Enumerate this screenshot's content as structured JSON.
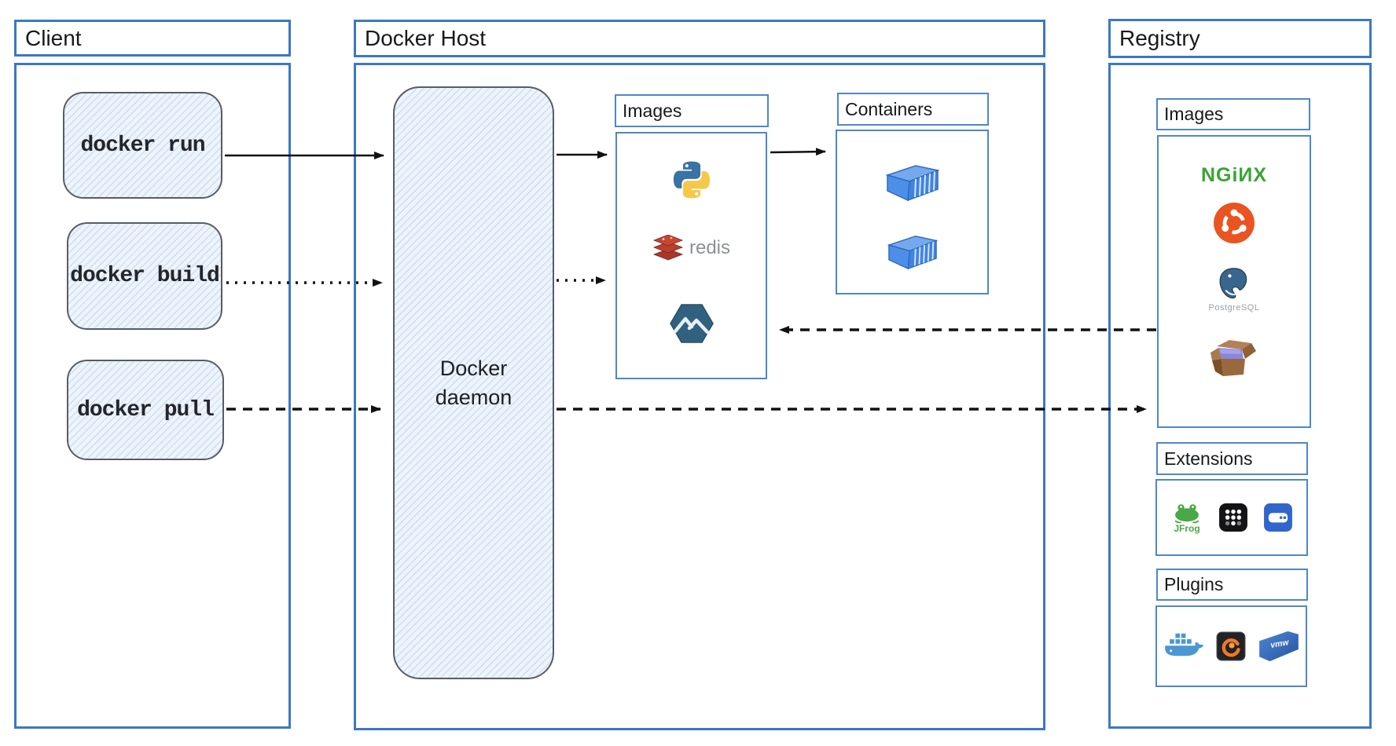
{
  "client": {
    "title": "Client",
    "commands": [
      {
        "label": "docker run",
        "arrow_style": "solid"
      },
      {
        "label": "docker build",
        "arrow_style": "dotted"
      },
      {
        "label": "docker pull",
        "arrow_style": "dashed"
      }
    ]
  },
  "docker_host": {
    "title": "Docker Host",
    "daemon": {
      "label": "Docker daemon"
    },
    "images_panel": {
      "title": "Images",
      "items": [
        {
          "icon": "python-logo-icon"
        },
        {
          "icon": "redis-logo-icon",
          "label": "redis"
        },
        {
          "icon": "alpine-linux-logo-icon"
        }
      ]
    },
    "containers_panel": {
      "title": "Containers",
      "items": [
        {
          "icon": "container-box-icon"
        },
        {
          "icon": "container-box-icon"
        }
      ]
    }
  },
  "registry": {
    "title": "Registry",
    "images_panel": {
      "title": "Images",
      "items": [
        {
          "icon": "nginx-logo-icon",
          "label": "NGiИX"
        },
        {
          "icon": "ubuntu-logo-icon"
        },
        {
          "icon": "postgresql-logo-icon",
          "label": "PostgreSQL"
        },
        {
          "icon": "open-box-logo-icon"
        }
      ]
    },
    "extensions_panel": {
      "title": "Extensions",
      "items": [
        {
          "icon": "jfrog-logo-icon",
          "label": "JFrog"
        },
        {
          "icon": "app-grid-icon"
        },
        {
          "icon": "disk-drive-icon"
        }
      ]
    },
    "plugins_panel": {
      "title": "Plugins",
      "items": [
        {
          "icon": "docker-whale-icon"
        },
        {
          "icon": "grafana-logo-icon"
        },
        {
          "icon": "vmware-logo-icon",
          "label": "vmw"
        }
      ]
    }
  },
  "connections": [
    {
      "from": "docker run",
      "to": "Docker daemon",
      "style": "solid"
    },
    {
      "from": "docker build",
      "to": "Docker daemon",
      "style": "dotted"
    },
    {
      "from": "docker pull",
      "to": "Docker daemon",
      "style": "dashed"
    },
    {
      "from": "Docker daemon",
      "to": "Images",
      "style": "solid"
    },
    {
      "from": "Docker daemon",
      "to": "Images",
      "style": "dotted"
    },
    {
      "from": "Images",
      "to": "Containers",
      "style": "solid"
    },
    {
      "from": "Docker daemon",
      "to": "Registry Images",
      "style": "dashed"
    },
    {
      "from": "Registry Images",
      "to": "Images",
      "style": "dashed"
    }
  ],
  "colors": {
    "box_border": "#3b78c4",
    "sketch_fill": "#edf4fb",
    "arrow": "#111111",
    "nginx_green": "#3aa435",
    "ubuntu_orange": "#e95420",
    "postgres_blue": "#39668c",
    "redis_red": "#c64632",
    "alpine_blue": "#31617f",
    "docker_blue": "#4a97d2",
    "container_blue": "#4a8fe8"
  }
}
